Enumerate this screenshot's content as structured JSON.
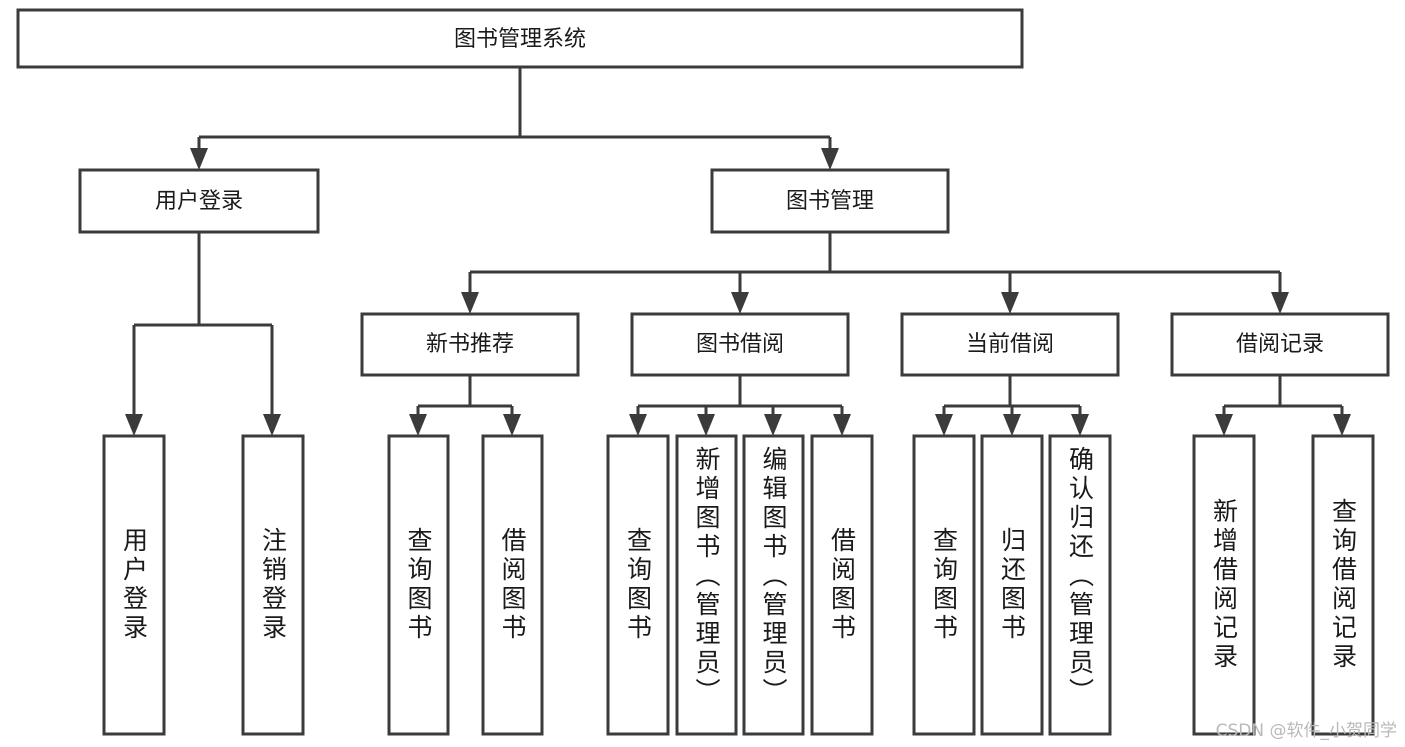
{
  "diagram": {
    "type": "tree-hierarchy-flowchart",
    "title_text": "图书管理系统",
    "style": {
      "background": "#ffffff",
      "box_fill": "#ffffff",
      "box_stroke": "#3b3b3b",
      "text_color": "#1a1a1a",
      "watermark_color": "#b9b9b9"
    },
    "levels": {
      "level0": "root",
      "level1": "modules",
      "level2": "submodules",
      "level3": "functions"
    },
    "nodes": {
      "root": {
        "label": "图书管理系统",
        "orientation": "horizontal"
      },
      "user_login": {
        "label": "用户登录",
        "orientation": "horizontal"
      },
      "book_manage": {
        "label": "图书管理",
        "orientation": "horizontal"
      },
      "new_book_rec": {
        "label": "新书推荐",
        "orientation": "horizontal"
      },
      "book_borrow": {
        "label": "图书借阅",
        "orientation": "horizontal"
      },
      "current_borrow": {
        "label": "当前借阅",
        "orientation": "horizontal"
      },
      "borrow_record": {
        "label": "借阅记录",
        "orientation": "horizontal"
      },
      "leaf_user_login": {
        "label": "用户登录",
        "orientation": "vertical"
      },
      "leaf_logout": {
        "label": "注销登录",
        "orientation": "vertical"
      },
      "leaf_rec_query": {
        "label": "查询图书",
        "orientation": "vertical"
      },
      "leaf_rec_borrow": {
        "label": "借阅图书",
        "orientation": "vertical"
      },
      "leaf_bb_query": {
        "label": "查询图书",
        "orientation": "vertical"
      },
      "leaf_bb_add": {
        "label": "新增图书（管理员）",
        "orientation": "vertical"
      },
      "leaf_bb_edit": {
        "label": "编辑图书（管理员）",
        "orientation": "vertical"
      },
      "leaf_bb_borrow": {
        "label": "借阅图书",
        "orientation": "vertical"
      },
      "leaf_cb_query": {
        "label": "查询图书",
        "orientation": "vertical"
      },
      "leaf_cb_return": {
        "label": "归还图书",
        "orientation": "vertical"
      },
      "leaf_cb_confirm": {
        "label": "确认归还（管理员）",
        "orientation": "vertical"
      },
      "leaf_br_add": {
        "label": "新增借阅记录",
        "orientation": "vertical"
      },
      "leaf_br_query": {
        "label": "查询借阅记录",
        "orientation": "vertical"
      }
    },
    "edges": [
      {
        "from": "root",
        "to": "user_login"
      },
      {
        "from": "root",
        "to": "book_manage"
      },
      {
        "from": "user_login",
        "to": "leaf_user_login"
      },
      {
        "from": "user_login",
        "to": "leaf_logout"
      },
      {
        "from": "book_manage",
        "to": "new_book_rec"
      },
      {
        "from": "book_manage",
        "to": "book_borrow"
      },
      {
        "from": "book_manage",
        "to": "current_borrow"
      },
      {
        "from": "book_manage",
        "to": "borrow_record"
      },
      {
        "from": "new_book_rec",
        "to": "leaf_rec_query"
      },
      {
        "from": "new_book_rec",
        "to": "leaf_rec_borrow"
      },
      {
        "from": "book_borrow",
        "to": "leaf_bb_query"
      },
      {
        "from": "book_borrow",
        "to": "leaf_bb_add"
      },
      {
        "from": "book_borrow",
        "to": "leaf_bb_edit"
      },
      {
        "from": "book_borrow",
        "to": "leaf_bb_borrow"
      },
      {
        "from": "current_borrow",
        "to": "leaf_cb_query"
      },
      {
        "from": "current_borrow",
        "to": "leaf_cb_return"
      },
      {
        "from": "current_borrow",
        "to": "leaf_cb_confirm"
      },
      {
        "from": "borrow_record",
        "to": "leaf_br_add"
      },
      {
        "from": "borrow_record",
        "to": "leaf_br_query"
      }
    ]
  },
  "watermark": {
    "text": "CSDN @软件_小贺同学"
  }
}
